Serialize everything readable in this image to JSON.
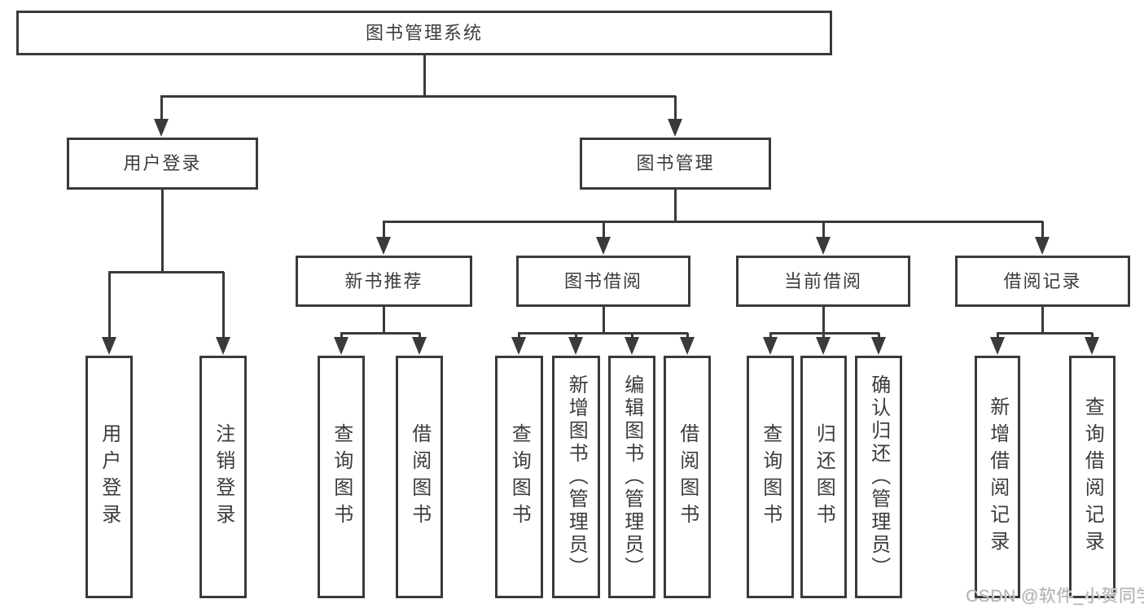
{
  "diagram": {
    "title": "图书管理系统",
    "nodes": [
      {
        "id": "root",
        "label": "图书管理系统"
      },
      {
        "id": "user-login",
        "label": "用户登录"
      },
      {
        "id": "book-management",
        "label": "图书管理"
      },
      {
        "id": "new-book-recommend",
        "label": "新书推荐"
      },
      {
        "id": "book-borrowing",
        "label": "图书借阅"
      },
      {
        "id": "current-borrowing",
        "label": "当前借阅"
      },
      {
        "id": "borrowing-records",
        "label": "借阅记录"
      },
      {
        "id": "leaf-user-login",
        "label": "用户登录"
      },
      {
        "id": "leaf-logout",
        "label": "注销登录"
      },
      {
        "id": "leaf-newrec-query-books",
        "label": "查询图书"
      },
      {
        "id": "leaf-newrec-borrow-books",
        "label": "借阅图书"
      },
      {
        "id": "leaf-borrow-query-books",
        "label": "查询图书"
      },
      {
        "id": "leaf-borrow-add-books",
        "label": "新增图书（管理员）"
      },
      {
        "id": "leaf-borrow-edit-books",
        "label": "编辑图书（管理员）"
      },
      {
        "id": "leaf-borrow-borrow-books",
        "label": "借阅图书"
      },
      {
        "id": "leaf-current-query-books",
        "label": "查询图书"
      },
      {
        "id": "leaf-current-return-books",
        "label": "归还图书"
      },
      {
        "id": "leaf-current-confirm-return",
        "label": "确认归还（管理员）"
      },
      {
        "id": "leaf-records-add-record",
        "label": "新增借阅记录"
      },
      {
        "id": "leaf-records-query-record",
        "label": "查询借阅记录"
      }
    ],
    "hierarchy": {
      "图书管理系统": [
        "用户登录",
        "图书管理"
      ],
      "用户登录": [
        "用户登录",
        "注销登录"
      ],
      "图书管理": [
        "新书推荐",
        "图书借阅",
        "当前借阅",
        "借阅记录"
      ],
      "新书推荐": [
        "查询图书",
        "借阅图书"
      ],
      "图书借阅": [
        "查询图书",
        "新增图书（管理员）",
        "编辑图书（管理员）",
        "借阅图书"
      ],
      "当前借阅": [
        "查询图书",
        "归还图书",
        "确认归还（管理员）"
      ],
      "借阅记录": [
        "新增借阅记录",
        "查询借阅记录"
      ]
    }
  },
  "watermark": {
    "text": "CSDN @软件_小贺同学"
  },
  "colors": {
    "line": "#3a3a3a",
    "text": "#3c3c3c",
    "background": "#ffffff",
    "watermark": "#b2b2b2"
  }
}
